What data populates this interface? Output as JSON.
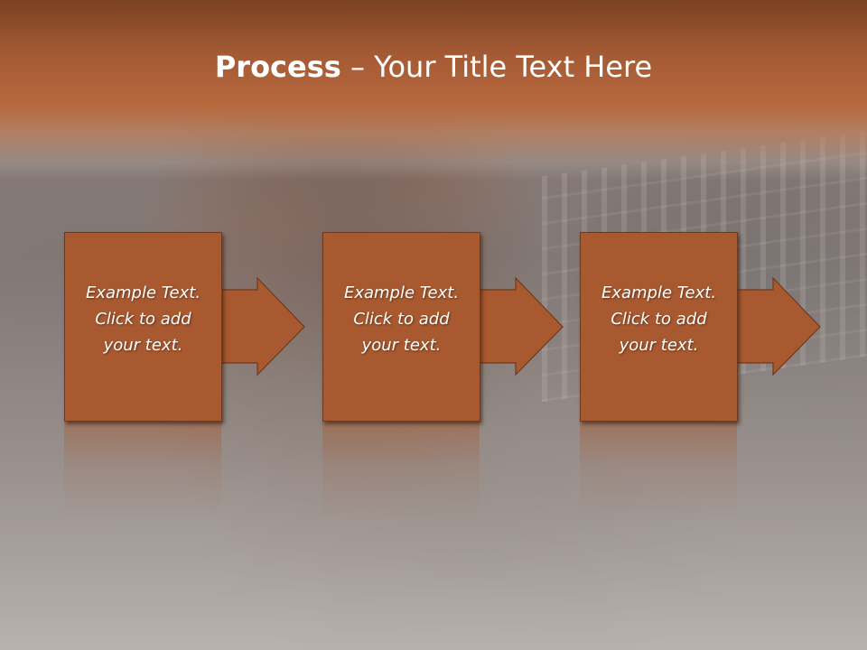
{
  "title": {
    "bold": "Process",
    "rest": " – Your Title Text Here"
  },
  "colors": {
    "accent": "#a9592f",
    "title_band": "#a45a34",
    "text": "#ffffff"
  },
  "steps": [
    {
      "lines": [
        "Example Text.",
        "Click  to add",
        "your text."
      ]
    },
    {
      "lines": [
        "Example Text.",
        "Click  to add",
        "your text."
      ]
    },
    {
      "lines": [
        "Example Text.",
        "Click  to add",
        "your text."
      ]
    }
  ]
}
